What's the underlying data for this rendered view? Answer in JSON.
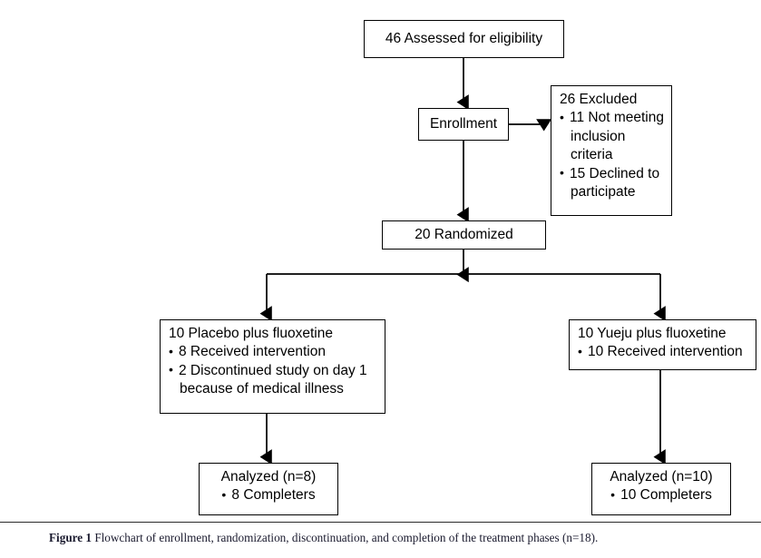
{
  "figure": {
    "caption_label": "Figure 1",
    "caption_text": "Flowchart of enrollment, randomization, discontinuation, and completion of the treatment phases (n=18).",
    "line_color": "#000000",
    "text_color": "#000000",
    "background": "#ffffff"
  },
  "chart_data": {
    "type": "diagram",
    "title": "Flowchart of enrollment, randomization, discontinuation, and completion of the treatment phases (n=18).",
    "nodes": [
      {
        "id": "assessed",
        "label": "46 Assessed for eligibility",
        "value": 46
      },
      {
        "id": "enrollment",
        "label": "Enrollment"
      },
      {
        "id": "excluded",
        "label": "26 Excluded",
        "value": 26,
        "bullets": [
          "11 Not meeting inclusion criteria",
          "15 Declined to participate"
        ]
      },
      {
        "id": "randomized",
        "label": "20 Randomized",
        "value": 20
      },
      {
        "id": "placebo",
        "label": "10 Placebo plus fluoxetine",
        "value": 10,
        "bullets": [
          "8 Received intervention",
          "2 Discontinued study on day 1 because of medical illness"
        ]
      },
      {
        "id": "yueju",
        "label": "10 Yueju plus fluoxetine",
        "value": 10,
        "bullets": [
          "10 Received intervention"
        ]
      },
      {
        "id": "analyzed_placebo",
        "label": "Analyzed (n=8)",
        "value": 8,
        "bullets": [
          "8 Completers"
        ]
      },
      {
        "id": "analyzed_yueju",
        "label": "Analyzed (n=10)",
        "value": 10,
        "bullets": [
          "10 Completers"
        ]
      }
    ],
    "edges": [
      {
        "from": "assessed",
        "to": "enrollment"
      },
      {
        "from": "enrollment",
        "to": "excluded"
      },
      {
        "from": "enrollment",
        "to": "randomized"
      },
      {
        "from": "randomized",
        "to": "placebo"
      },
      {
        "from": "randomized",
        "to": "yueju"
      },
      {
        "from": "placebo",
        "to": "analyzed_placebo"
      },
      {
        "from": "yueju",
        "to": "analyzed_yueju"
      }
    ]
  },
  "nodes": {
    "assessed": {
      "title": "46 Assessed for eligibility"
    },
    "enrollment": {
      "title": "Enrollment"
    },
    "excluded": {
      "title": "26 Excluded",
      "bullet1_line1": "11 Not meeting",
      "bullet1_line2": "inclusion",
      "bullet1_line3": "criteria",
      "bullet2_line1": "15 Declined to",
      "bullet2_line2": "participate"
    },
    "randomized": {
      "title": "20 Randomized"
    },
    "placebo": {
      "title": "10 Placebo plus fluoxetine",
      "bullet1": "8 Received intervention",
      "bullet2_line1": "2 Discontinued study on day 1",
      "bullet2_line2": "because of medical illness"
    },
    "yueju": {
      "title": "10 Yueju plus fluoxetine",
      "bullet1": "10 Received intervention"
    },
    "analyzed_left": {
      "title": "Analyzed (n=8)",
      "bullet1": "8 Completers"
    },
    "analyzed_right": {
      "title": "Analyzed (n=10)",
      "bullet1": "10 Completers"
    }
  }
}
